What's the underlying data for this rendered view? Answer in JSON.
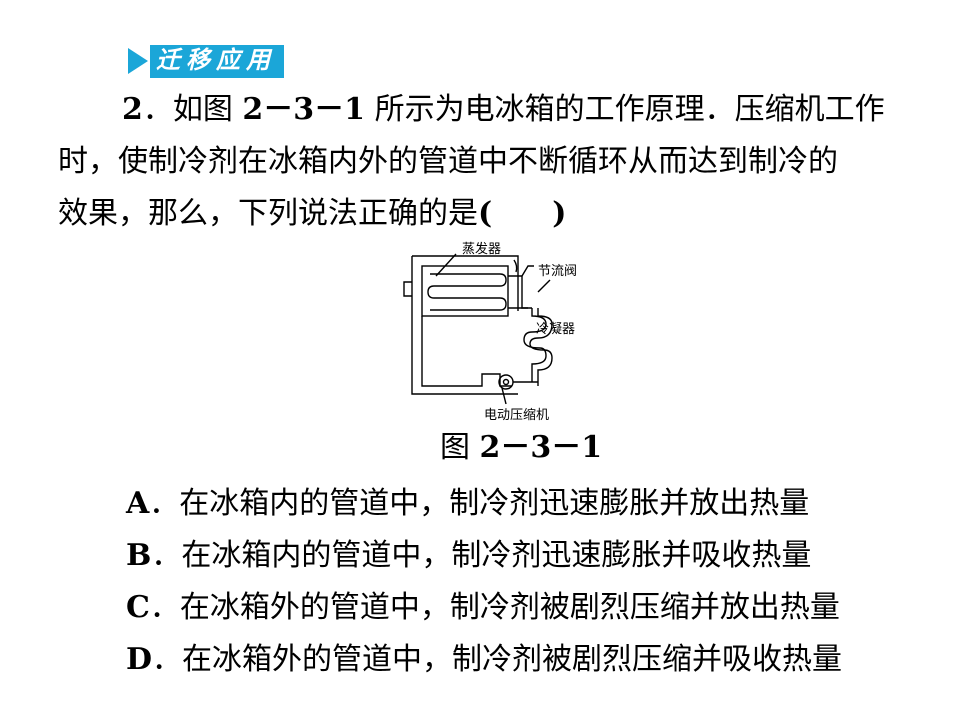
{
  "section": {
    "tag": "迁移应用"
  },
  "question": {
    "number": "2",
    "text_line1_a": "．如图 ",
    "fig_ref": "2－3－1",
    "text_line1_b": " 所示为电冰箱的工作原理．压缩机工作",
    "text_line2": "时，使制冷剂在冰箱内外的管道中不断循环从而达到制冷的",
    "text_line3": "效果，那么，下列说法正确的是",
    "blank": "(　　)"
  },
  "figure": {
    "labels": {
      "evaporator": "蒸发器",
      "throttle": "节流阀",
      "condenser": "冷凝器",
      "compressor": "电动压缩机"
    },
    "caption_prefix": "图 ",
    "caption_number": "2－3－1"
  },
  "options": [
    {
      "letter": "A",
      "text": "．在冰箱内的管道中，制冷剂迅速膨胀并放出热量"
    },
    {
      "letter": "B",
      "text": "．在冰箱内的管道中，制冷剂迅速膨胀并吸收热量"
    },
    {
      "letter": "C",
      "text": "．在冰箱外的管道中，制冷剂被剧烈压缩并放出热量"
    },
    {
      "letter": "D",
      "text": "．在冰箱外的管道中，制冷剂被剧烈压缩并吸收热量"
    }
  ]
}
